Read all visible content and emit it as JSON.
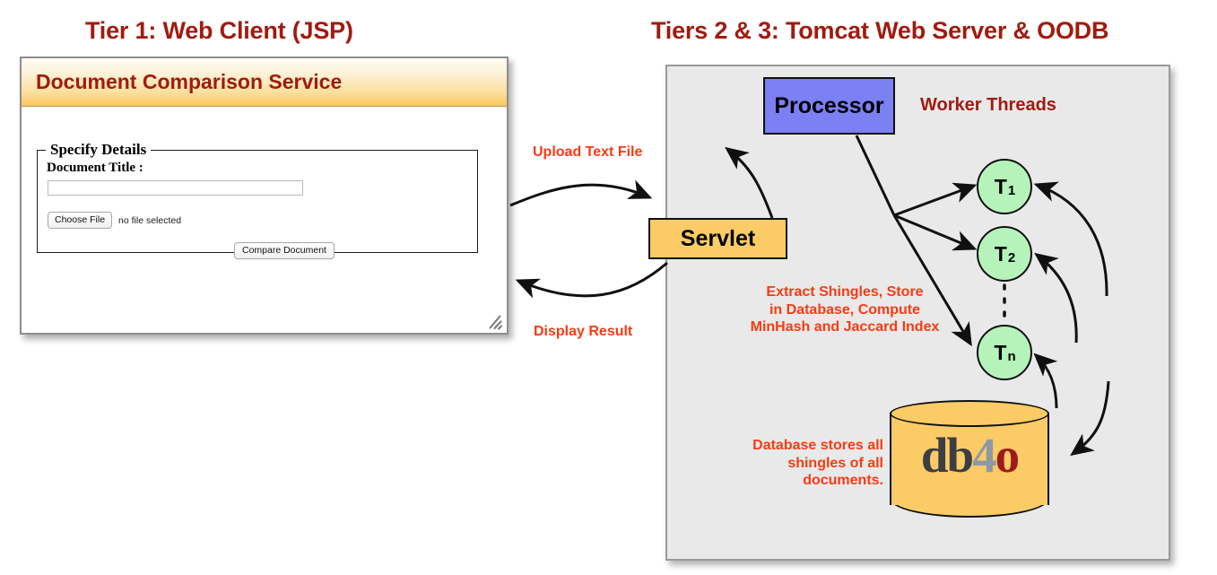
{
  "titles": {
    "tier1": "Tier 1: Web Client (JSP)",
    "tier23": "Tiers 2 & 3: Tomcat Web Server & OODB"
  },
  "browser": {
    "window_title": "Document Comparison Service",
    "form": {
      "legend": "Specify Details",
      "title_label": "Document Title :",
      "title_value": "",
      "title_placeholder": "",
      "file_button_label": "Choose File",
      "file_status": "no file selected",
      "submit_label": "Compare Document"
    },
    "resize_grip": "resize-grip-icon"
  },
  "server": {
    "processor_label": "Processor",
    "servlet_label": "Servlet",
    "worker_threads_label": "Worker Threads",
    "threads": [
      {
        "base": "T",
        "sub": "1"
      },
      {
        "base": "T",
        "sub": "2"
      },
      {
        "base": "T",
        "sub": "n"
      }
    ],
    "database": {
      "logo_part1": "db",
      "logo_part2": "4",
      "logo_part3": "o"
    }
  },
  "annotations": {
    "upload": "Upload Text File",
    "display": "Display Result",
    "extract": "Extract Shingles, Store\nin Database, Compute\nMinHash and Jaccard Index",
    "db_store": "Database stores all\nshingles of all\ndocuments."
  },
  "colors": {
    "heading_red": "#a01b10",
    "flow_red": "#f93a12",
    "processor_blue": "#7b80f3",
    "servlet_orange": "#fbcb66",
    "thread_green": "#b5f3bb",
    "panel_gray": "#e9e9e9",
    "db_logo_dark": "#3b3f43",
    "db_logo_gray": "#8d9aa6",
    "db_logo_red": "#9e1b1b"
  }
}
